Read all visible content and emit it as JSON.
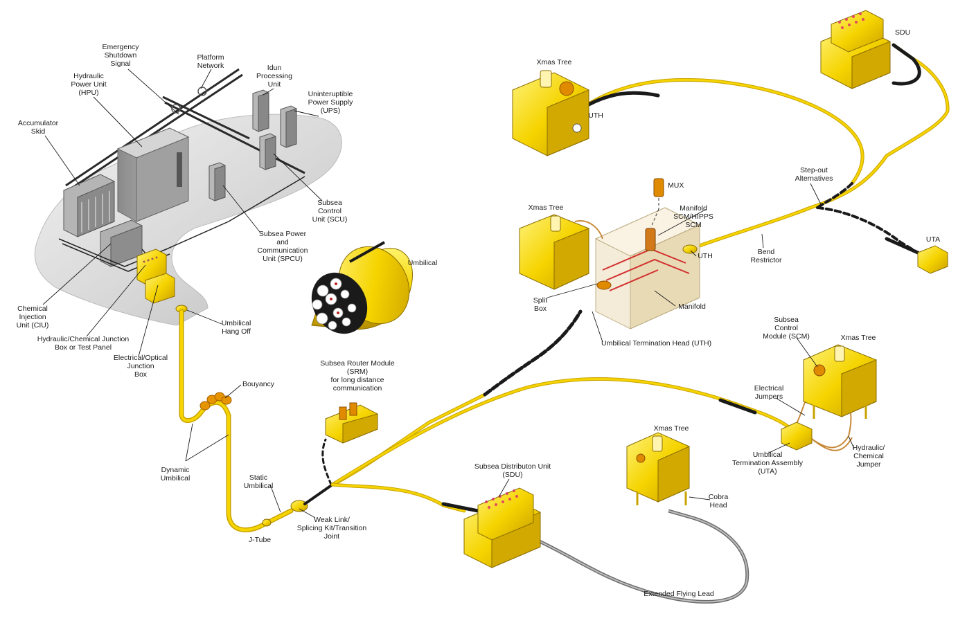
{
  "colors": {
    "equipment": "#f5d400",
    "equipment_dark": "#d4a800",
    "equipment_shadow": "#a98500",
    "cable_dark": "#1a1a1a",
    "flying_lead": "#8c8c8c",
    "jumper": "#c88a3a",
    "platform_deck": "#d8d8d8",
    "module_gray": "#9a9a9a",
    "ghost_manifold": "#e8dcc0",
    "text": "#1a1a1a"
  },
  "labels": {
    "emergency": "Emergency\nShutdown\nSignal",
    "platform_network": "Platform\nNetwork",
    "idun": "Idun\nProcessing\nUnit",
    "ups": "Uninteruptible\nPower Supply\n(UPS)",
    "hpu": "Hydraulic\nPower Unit\n(HPU)",
    "accumulator": "Accumulator\nSkid",
    "scu": "Subsea\nControl\nUnit (SCU)",
    "spcu": "Subsea Power\nand\nCommunication\nUnit (SPCU)",
    "ciu": "Chemical\nInjection\nUnit (CIU)",
    "junction_box": "Hydraulic/Chemical Junction\nBox or Test Panel",
    "optical_box": "Electrical/Optical\nJunction\nBox",
    "hang_off": "Umbilical\nHang Off",
    "umbilical": "Umbilical",
    "bouyancy": "Bouyancy",
    "dynamic": "Dynamic\nUmbilical",
    "static": "Static\nUmbilical",
    "jtube": "J-Tube",
    "weak_link": "Weak Link/\nSplicing Kit/Transition\nJoint",
    "srm": "Subsea Router Module\n(SRM)\nfor long distance\ncommunication",
    "sdu_bottom": "Subsea Distributon Unit\n(SDU)",
    "extended_flying_lead": "Extended Flying Lead",
    "xmas_tree_bottom": "Xmas Tree",
    "cobra_head": "Cobra\nHead",
    "xmas_tree_top": "Xmas Tree",
    "uth_top": "UTH",
    "xmas_tree_mid": "Xmas Tree",
    "mux": "MUX",
    "manifold_scm": "Manifold\nSCM/HIPPS\nSCM",
    "uth_mid": "UTH",
    "split_box": "Split\nBox",
    "manifold": "Manifold",
    "uth_full": "Umbilical Termination Head (UTH)",
    "sdu_top": "SDU",
    "step_out": "Step-out\nAlternatives",
    "bend_restrictor": "Bend\nRestrictor",
    "uta_top": "UTA",
    "scm": "Subsea\nControl\nModule (SCM)",
    "xmas_tree_right": "Xmas Tree",
    "electrical_jumpers": "Electrical\nJumpers",
    "uta_full": "Umbilical\nTermination Assembly\n(UTA)",
    "hydraulic_jumper": "Hydraulic/\nChemical\nJumper"
  }
}
